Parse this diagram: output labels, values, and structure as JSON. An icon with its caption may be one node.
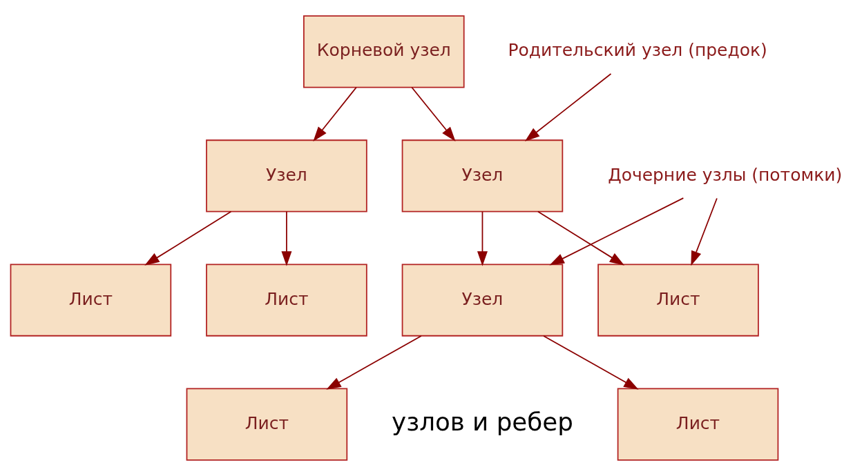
{
  "diagram": {
    "nodes": [
      {
        "text": [
          "Корневой узел"
        ]
      },
      {
        "text": [
          "Узел"
        ]
      },
      {
        "text": [
          "Узел"
        ]
      },
      {
        "text": [
          "Лист"
        ]
      },
      {
        "text": [
          "Лист"
        ]
      },
      {
        "text": [
          "Узел"
        ]
      },
      {
        "text": [
          "Лист"
        ]
      },
      {
        "text": [
          "Лист"
        ]
      },
      {
        "text": [
          "Лист"
        ]
      },
      {
        "text": [
          "Родительский узел (предок)"
        ]
      },
      {
        "text": [
          "Дочерние узлы (потомки)"
        ]
      }
    ],
    "edges": [
      {
        "from": 0,
        "to": 1,
        "arrow": "to"
      },
      {
        "from": 0,
        "to": 2,
        "arrow": "to"
      },
      {
        "from": 1,
        "to": 3,
        "arrow": "to"
      },
      {
        "from": 1,
        "to": 4,
        "arrow": "to"
      },
      {
        "from": 2,
        "to": 5,
        "arrow": "to"
      },
      {
        "from": 2,
        "to": 6,
        "arrow": "to"
      },
      {
        "from": 5,
        "to": 7,
        "arrow": "to"
      },
      {
        "from": 5,
        "to": 8,
        "arrow": "to"
      },
      {
        "from": 9,
        "to": 2,
        "arrow": "to"
      },
      {
        "from": 10,
        "to": 5,
        "arrow": "to"
      },
      {
        "from": 10,
        "to": 6,
        "arrow": "to"
      }
    ],
    "labels": [
      "узлов и ребер"
    ]
  }
}
